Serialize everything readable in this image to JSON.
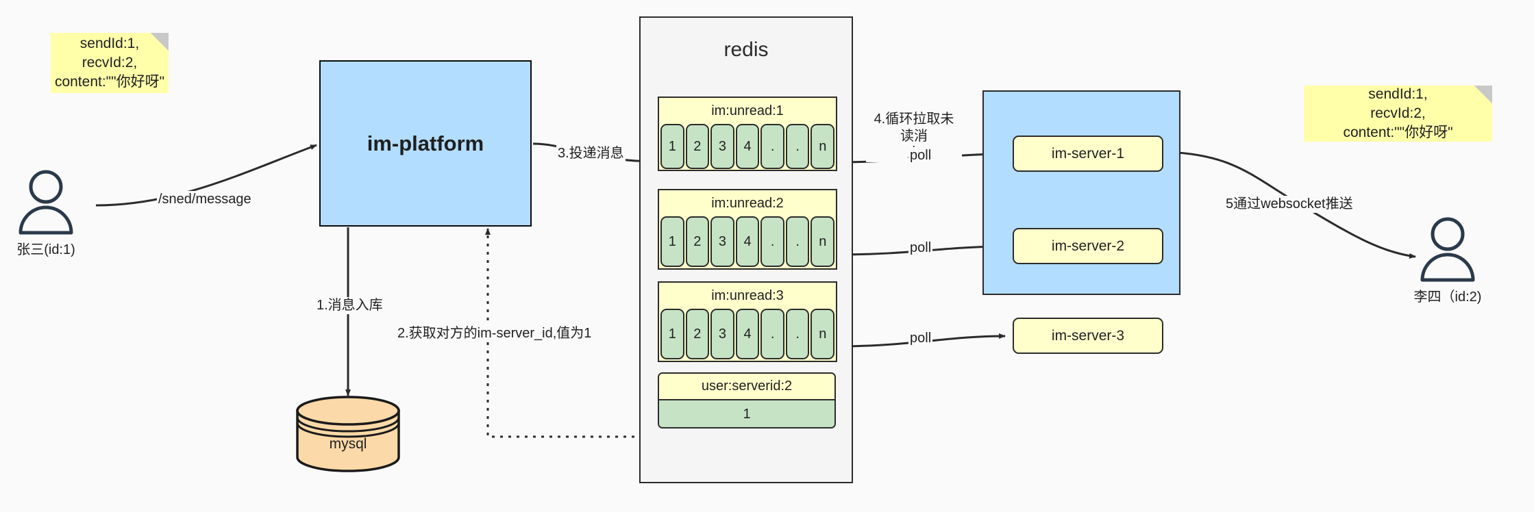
{
  "diagram": {
    "title_node": "redis",
    "colors": {
      "note_yellow": "#ffffaa",
      "platform_blue": "#b3ddff",
      "queue_green": "#c6e3c6",
      "box_yellow": "#ffffcc",
      "db_orange": "#fcd9a8",
      "stroke": "#2b2b2b",
      "canvas": "#fafafa"
    }
  },
  "notes": {
    "left": "sendId:1,\nrecvId:2,\ncontent:\"\"你好呀\"",
    "right": "sendId:1,\nrecvId:2,\ncontent:\"\"你好呀\""
  },
  "actors": {
    "sender": {
      "label": "张三(id:1)",
      "icon": "person-icon"
    },
    "receiver": {
      "label": "李四（id:2)",
      "icon": "person-icon"
    }
  },
  "nodes": {
    "platform": "im-platform",
    "database": "mysql",
    "redis": "redis"
  },
  "redis": {
    "queues": [
      {
        "key": "im:unread:1",
        "cells": [
          "1",
          "2",
          "3",
          "4",
          ".",
          ".",
          "n"
        ]
      },
      {
        "key": "im:unread:2",
        "cells": [
          "1",
          "2",
          "3",
          "4",
          ".",
          ".",
          "n"
        ]
      },
      {
        "key": "im:unread:3",
        "cells": [
          "1",
          "2",
          "3",
          "4",
          ".",
          ".",
          "n"
        ]
      }
    ],
    "kv": {
      "key": "user:serverid:2",
      "value": "1"
    }
  },
  "servers": [
    {
      "label": "im-server-1"
    },
    {
      "label": "im-server-2"
    },
    {
      "label": "im-server-3"
    }
  ],
  "edge_labels": {
    "send_message": "/sned/message",
    "step1": "1.消息入库",
    "step2": "2.获取对方的im-server_id,值为1",
    "step3": "3.投递消息",
    "step4": "4.循环拉取未读消\n息",
    "step5": "5通过websocket推送",
    "poll1": "poll",
    "poll2": "poll",
    "poll3": "poll"
  }
}
